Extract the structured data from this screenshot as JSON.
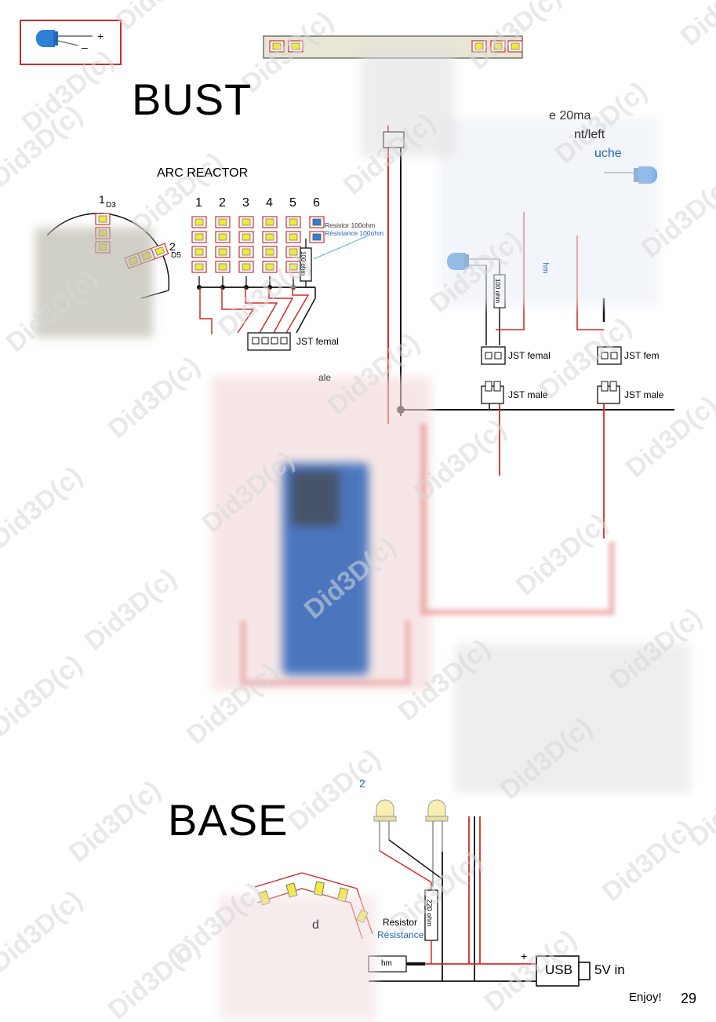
{
  "titles": {
    "bust": "BUST",
    "base": "BASE"
  },
  "legend": {
    "plus": "+",
    "minus": "–"
  },
  "arc_reactor": {
    "title": "ARC REACTOR",
    "columns": [
      "1",
      "2",
      "3",
      "4",
      "5",
      "6"
    ],
    "resistor_label_en": "Resistor 100ohm",
    "resistor_label_fr": "Résistance 100ohm",
    "resistor_value": "100 ohm",
    "connector": "JST femal",
    "connector_partial": "ale",
    "ring_labels": {
      "l1": "1",
      "d3": "D3",
      "l2": "2",
      "d5": "D5"
    }
  },
  "eyes": {
    "partial_spec": "e 20ma",
    "partial_side_en": "nt/left",
    "partial_side_fr": "uche",
    "resistor_value": "100 ohm",
    "partial_ohm": "hm",
    "left_female": "JST femal",
    "left_male": "JST male",
    "right_female": "JST fem",
    "right_male": "JST male"
  },
  "base": {
    "resistor_en": "Resistor",
    "resistor_fr": "Résistance",
    "resistor_value": "220 ohm",
    "partial_ohm": "hm",
    "partial_label": "d",
    "partial_blue": "2",
    "usb": "USB",
    "power": "5V in",
    "plus": "+",
    "minus": "-"
  },
  "footer": {
    "enjoy": "Enjoy!",
    "page": "29"
  },
  "watermark": "Did3D(c)",
  "colors": {
    "wire_red": "#d62a2a",
    "wire_black": "#111111",
    "led_blue": "#2e7fd6",
    "led_warm": "#f7f0b0",
    "smd_yellow": "#f3ea38",
    "blue_text": "#2466b8"
  }
}
